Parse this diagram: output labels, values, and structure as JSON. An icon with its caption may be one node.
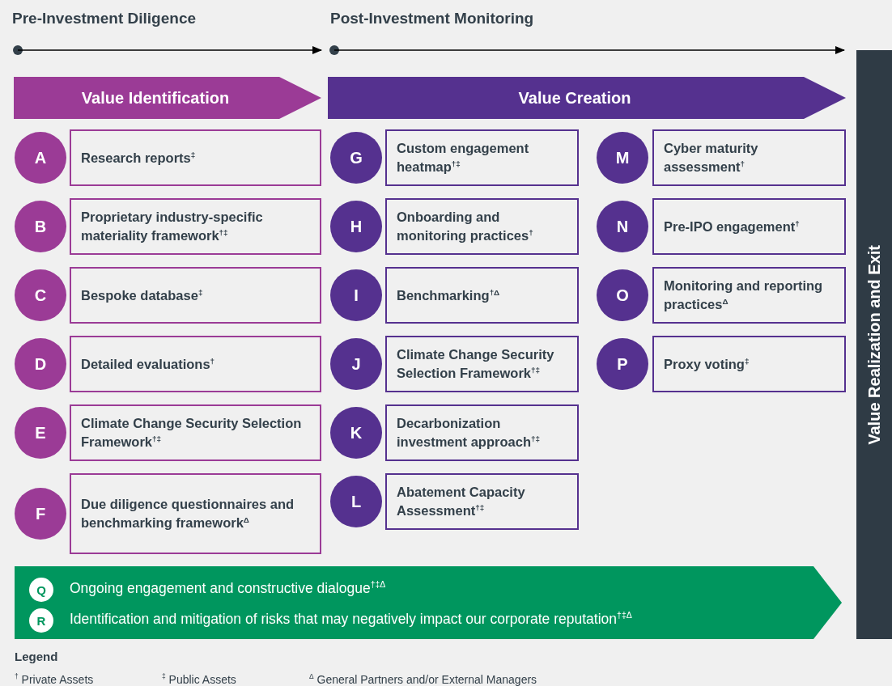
{
  "diagram": {
    "nodes": [
      {
        "text": [
          "Value Identification"
        ]
      },
      {
        "text": [
          "Value Creation"
        ]
      },
      {
        "text": [
          "Value Realization and Exit"
        ]
      },
      {
        "text": [
          "A"
        ]
      },
      {
        "text": [
          "Research reports$^{‡}$"
        ]
      },
      {
        "text": [
          "B"
        ]
      },
      {
        "text": [
          "Proprietary industry-specific materiality framework$^{†‡}$"
        ]
      },
      {
        "text": [
          "C"
        ]
      },
      {
        "text": [
          "Bespoke database$^{‡}$"
        ]
      },
      {
        "text": [
          "D"
        ]
      },
      {
        "text": [
          "Detailed evaluations$^{†}$"
        ]
      },
      {
        "text": [
          "E"
        ]
      },
      {
        "text": [
          "Climate Change Security Selection Framework$^{†‡}$"
        ]
      },
      {
        "text": [
          "F"
        ]
      },
      {
        "text": [
          "Due diligence questionnaires and benchmarking framework$^{Δ}$"
        ]
      },
      {
        "text": [
          "G"
        ]
      },
      {
        "text": [
          "Custom engagement heatmap$^{†‡}$"
        ]
      },
      {
        "text": [
          "H"
        ]
      },
      {
        "text": [
          "Onboarding and monitoring practices$^{†}$"
        ]
      },
      {
        "text": [
          "I"
        ]
      },
      {
        "text": [
          "Benchmarking$^{†Δ}$"
        ]
      },
      {
        "text": [
          "J"
        ]
      },
      {
        "text": [
          "Climate Change Security Selection Framework$^{†‡}$"
        ]
      },
      {
        "text": [
          "K"
        ]
      },
      {
        "text": [
          "Decarbonization investment approach$^{†‡}$"
        ]
      },
      {
        "text": [
          "L"
        ]
      },
      {
        "text": [
          "Abatement Capacity Assessment$^{†‡}$"
        ]
      },
      {
        "text": [
          "M"
        ]
      },
      {
        "text": [
          "Cyber maturity assessment$^{†}$"
        ]
      },
      {
        "text": [
          "N"
        ]
      },
      {
        "text": [
          "Pre-IPO engagement$^{†}$"
        ]
      },
      {
        "text": [
          "O"
        ]
      },
      {
        "text": [
          "Monitoring and reporting practices$^{Δ}$"
        ]
      },
      {
        "text": [
          "P"
        ]
      },
      {
        "text": [
          "Proxy voting$^{‡}$"
        ]
      },
      {
        "text": [
          "Ongoing engagement and constructive dialogue$^{†‡Δ}$",
          "Identification and mitigation of risks that may negatively impact our corporate reputation$^{†‡Δ}$"
        ]
      },
      {
        "text": [
          "Q"
        ],
        "in": 35
      },
      {
        "text": [
          "R"
        ],
        "in": 35
      }
    ],
    "labels": [
      "Pre-Investment Diligence",
      "Post-Investment Monitoring",
      "Legend",
      "$^{†}$ Private Assets",
      "$^{‡}$ Public Assets",
      "$^{Δ}$ General Partners and/or External Managers"
    ]
  }
}
